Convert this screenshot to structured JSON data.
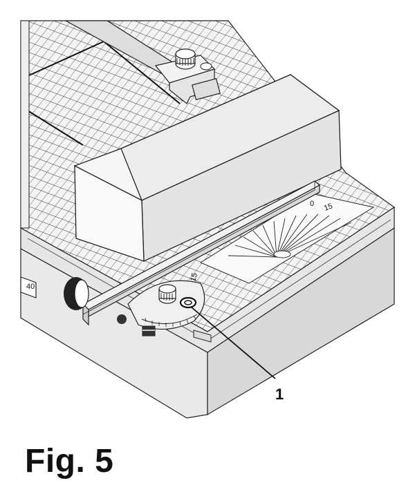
{
  "figure": {
    "caption": "Fig. 5",
    "callout_label": "1",
    "protractor_labels": [
      "0",
      "15",
      "15"
    ],
    "dial_label": "40"
  }
}
